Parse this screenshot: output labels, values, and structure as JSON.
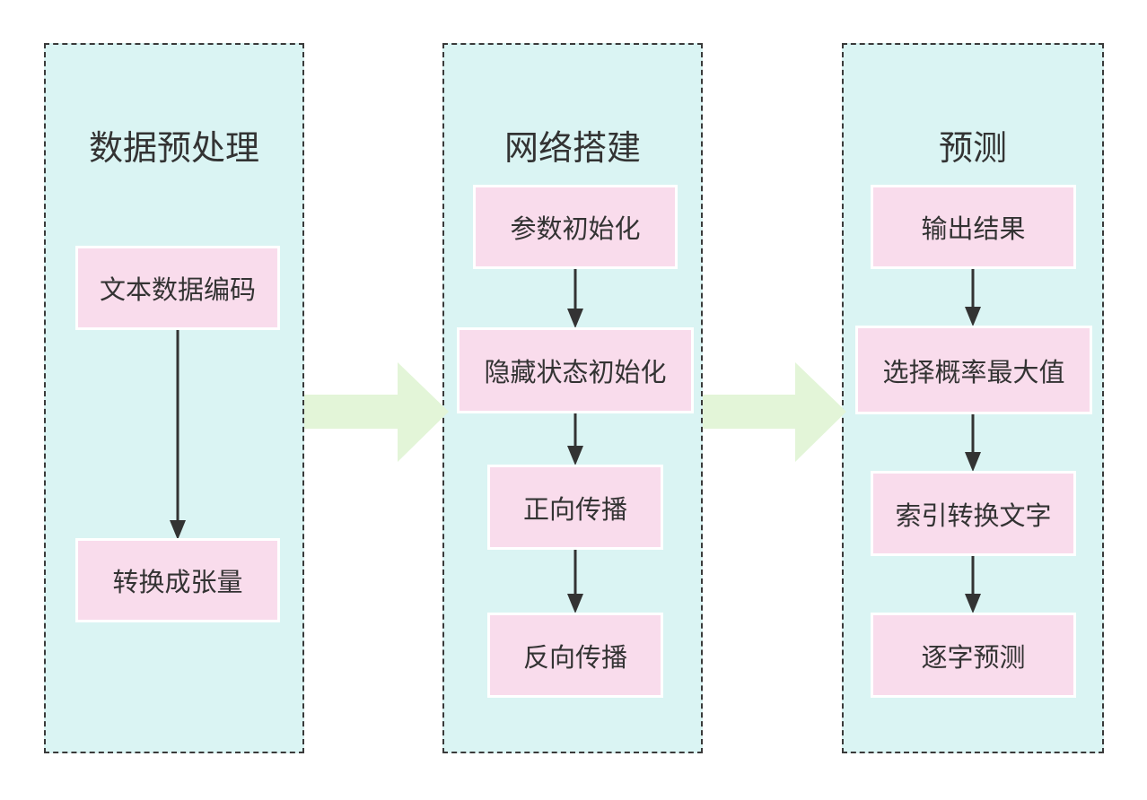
{
  "lanes": [
    {
      "title": "数据预处理",
      "nodes": [
        "文本数据编码",
        "转换成张量"
      ]
    },
    {
      "title": "网络搭建",
      "nodes": [
        "参数初始化",
        "隐藏状态初始化",
        "正向传播",
        "反向传播"
      ]
    },
    {
      "title": "预测",
      "nodes": [
        "输出结果",
        "选择概率最大值",
        "索引转换文字",
        "逐字预测"
      ]
    }
  ],
  "colors": {
    "lane_fill": "#daf4f3",
    "node_fill": "#f9dcec",
    "arrow": "#333333",
    "flow_arrow": "#e3f5d8"
  }
}
